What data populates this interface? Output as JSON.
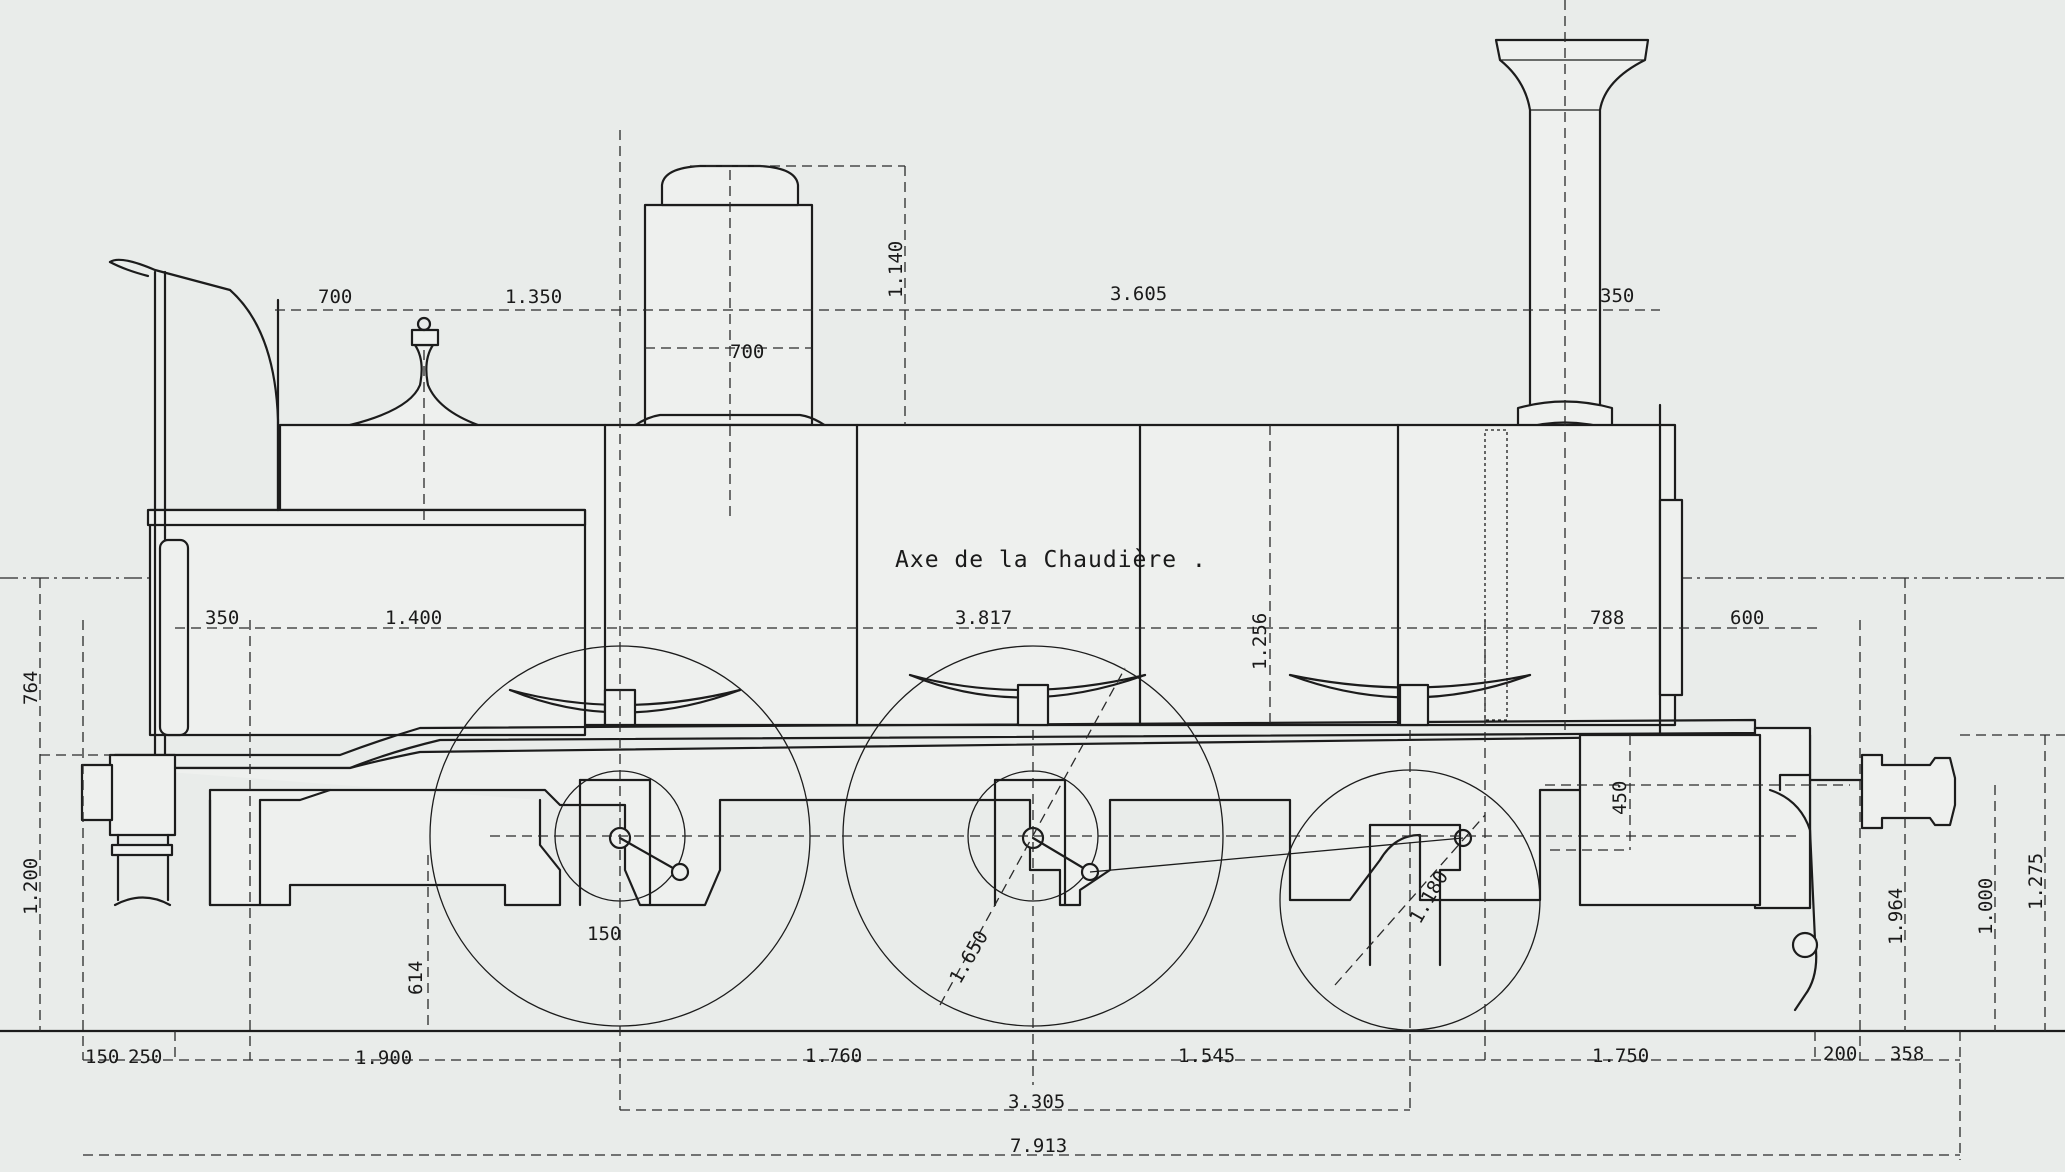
{
  "axis_label": "Axe    de    la    Chaudière .",
  "dimensions": {
    "cab_700": "700",
    "dome_spacing_1350": "1.350",
    "dome_height_1140": "1.140",
    "dome_width_700": "700",
    "boiler_3605": "3.605",
    "chimney_350": "350",
    "left_350": "350",
    "firebox_1400": "1.400",
    "barrel_3817": "3.817",
    "boiler_dia_1256": "1.256",
    "smokebox_788": "788",
    "front_600": "600",
    "height_764": "764",
    "cyl_450": "450",
    "wheel_1180": "1.180",
    "wheel_1650": "1.650",
    "crank_150": "150",
    "axle_614": "614",
    "height_1200": "1.200",
    "height_1964": "1.964",
    "height_1000": "1.000",
    "height_1275": "1.275",
    "b_150": "150",
    "b_250": "250",
    "b_1900": "1.900",
    "b_1760": "1.760",
    "b_1545": "1.545",
    "b_1750": "1.750",
    "b_200": "200",
    "b_358": "358",
    "wheelbase_3305": "3.305",
    "total_7913": "7.913"
  }
}
